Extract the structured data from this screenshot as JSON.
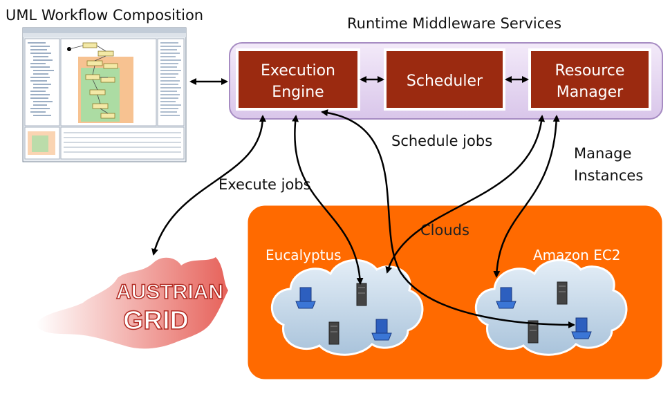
{
  "labels": {
    "uml_title": "UML Workflow Composition",
    "middleware_title": "Runtime Middleware Services",
    "schedule_jobs": "Schedule jobs",
    "manage_instances_line1": "Manage",
    "manage_instances_line2": "Instances",
    "execute_jobs": "Execute jobs",
    "clouds": "Clouds"
  },
  "components": {
    "execution_engine": [
      "Execution",
      "Engine"
    ],
    "scheduler": [
      "Scheduler"
    ],
    "resource_manager": [
      "Resource",
      "Manager"
    ]
  },
  "clouds": {
    "eucalyptus": "Eucalyptus",
    "amazon": "Amazon EC2"
  },
  "grid": {
    "line1": "AUSTRIAN",
    "line2": "GRID"
  },
  "colors": {
    "component_fill": "#9b2a10",
    "middleware_fill": "#e6d8f0",
    "clouds_region": "#ff6a00",
    "cloud_fill": "#c8d8e8"
  }
}
